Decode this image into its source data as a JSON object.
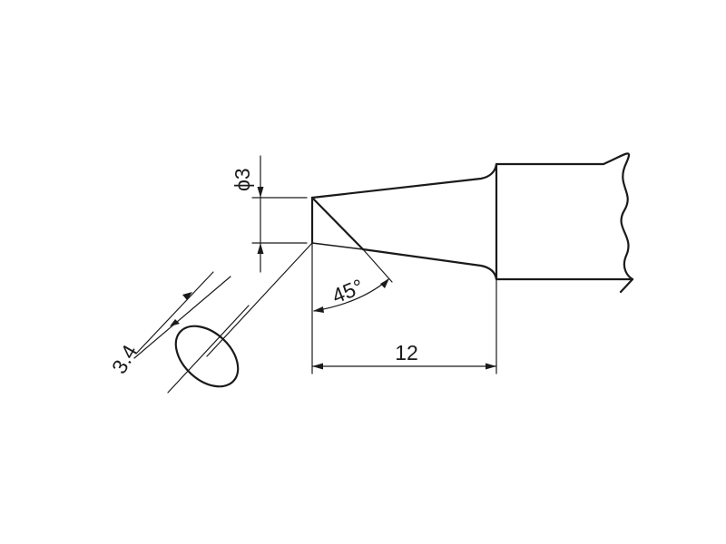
{
  "dimensions": {
    "tip_diameter": "ϕ3",
    "bevel_width": "3.4",
    "bevel_angle": "45°",
    "tip_length": "12"
  },
  "colors": {
    "line": "#1a1a1a",
    "background": "#ffffff"
  }
}
